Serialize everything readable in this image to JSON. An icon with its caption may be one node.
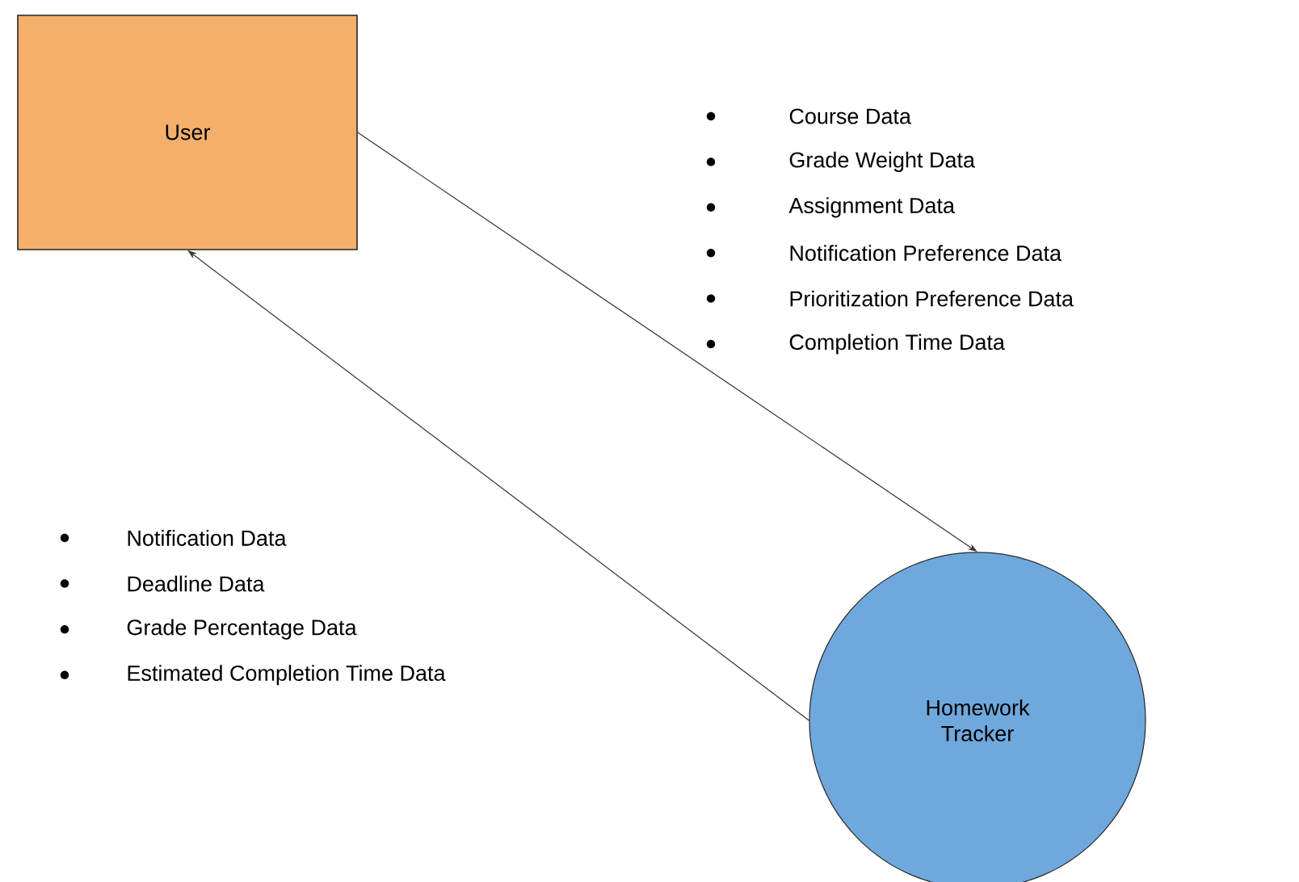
{
  "diagram": {
    "nodes": [
      {
        "text": [
          "User"
        ]
      },
      {
        "text": [
          "Homework Tracker"
        ]
      }
    ],
    "edges": [
      {
        "from": 0,
        "to": 1,
        "arrow": "to"
      },
      {
        "from": 1,
        "to": 0,
        "arrow": "to"
      }
    ],
    "labels": [
      "Course Data",
      "Grade Weight Data",
      "Assignment Data",
      "Notification Preference Data",
      "Prioritization Preference Data",
      "Completion Time Data",
      "Notification Data",
      "Deadline Data",
      "Grade Percentage Data",
      "Estimated Completion Time Data"
    ]
  }
}
